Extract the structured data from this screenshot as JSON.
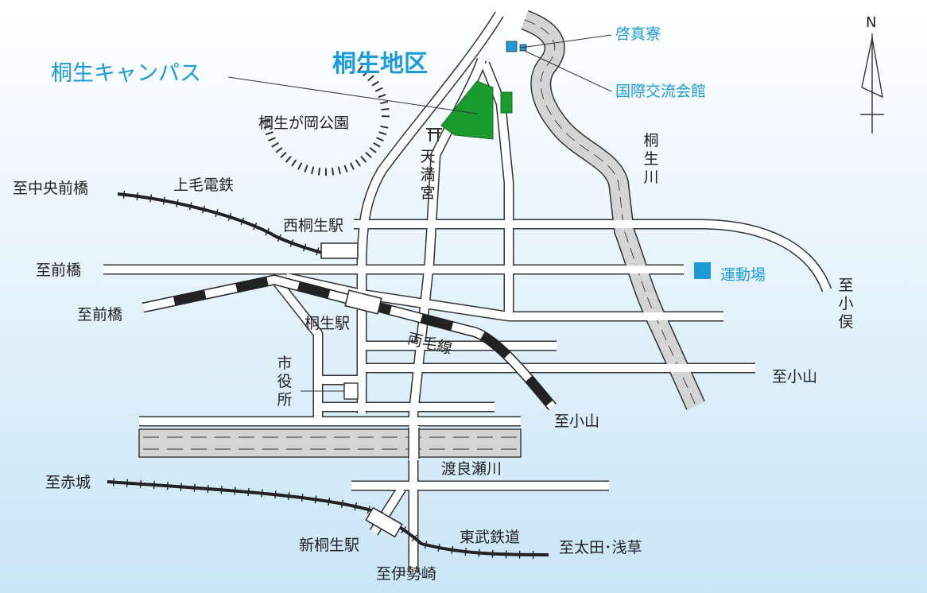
{
  "colors": {
    "background_top": "#ffffff",
    "background_bottom": "#c9e5f7",
    "accent_blue": "#1e9ad6",
    "campus_green": "#1a9b2e",
    "river_fill": "#d4d4d4",
    "rail_dark": "#222222"
  },
  "title": "桐生地区",
  "campus_label": "桐生キャンパス",
  "places": {
    "keishinryo": "啓真寮",
    "kokusai_kaikan": "国際交流会館",
    "undojo": "運動場",
    "park": "桐生が岡公園",
    "tenmangu": "天満宮",
    "shiyakusho": "市役所"
  },
  "rivers": {
    "kiryu_river": "桐生川",
    "watarase_river": "渡良瀬川"
  },
  "railways": {
    "jomo": "上毛電鉄",
    "ryomo": "両毛線",
    "tobu": "東武鉄道"
  },
  "stations": {
    "nishi_kiryu": "西桐生駅",
    "kiryu": "桐生駅",
    "shin_kiryu": "新桐生駅"
  },
  "destinations": {
    "chuo_maebashi": "至中央前橋",
    "maebashi_road": "至前橋",
    "maebashi_rail": "至前橋",
    "omata": "至小俣",
    "oyama_road": "至小山",
    "oyama_rail": "至小山",
    "akagi": "至赤城",
    "ota_asakusa": "至太田･浅草",
    "isesaki": "至伊勢崎"
  },
  "compass": {
    "north": "N"
  }
}
